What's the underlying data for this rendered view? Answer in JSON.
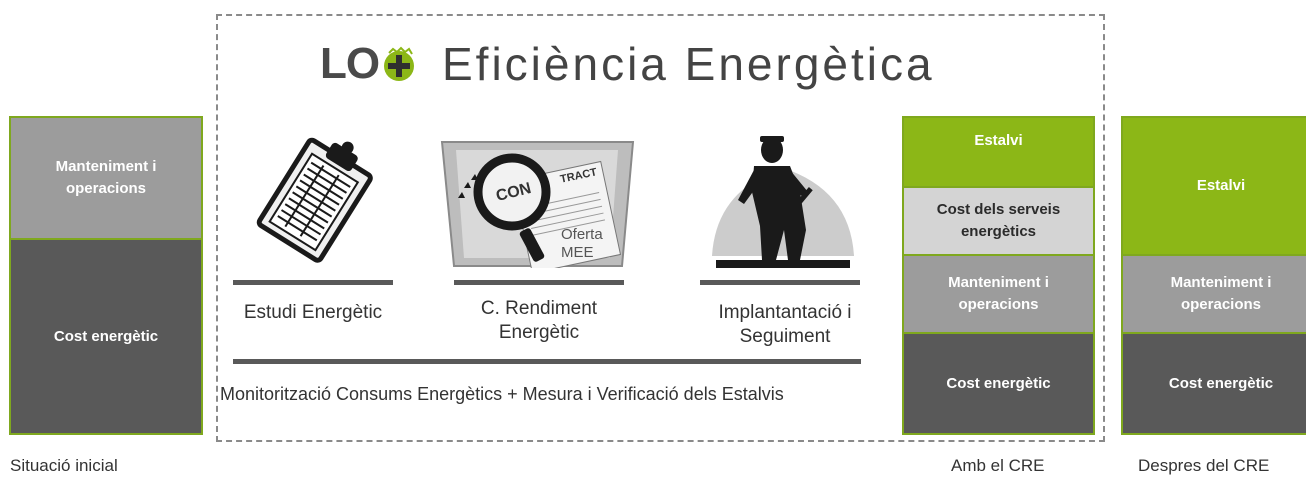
{
  "header": {
    "logo_text": "LO",
    "logo_plus": "+",
    "title": "Eficiència Energètica"
  },
  "columns": {
    "inicial": {
      "caption": "Situació inicial",
      "blocks": [
        "Manteniment i operacions",
        "Cost energètic"
      ]
    },
    "amb_cre": {
      "caption": "Amb el CRE",
      "blocks": [
        "Estalvi",
        "Cost dels serveis energètics",
        "Manteniment i operacions",
        "Cost energètic"
      ]
    },
    "despres": {
      "caption": "Despres del CRE",
      "blocks": [
        "Estalvi",
        "Manteniment i operacions",
        "Cost energètic"
      ]
    }
  },
  "steps": [
    {
      "label": "Estudi Energètic",
      "icon": "clipboard-icon"
    },
    {
      "label": "C. Rendiment Energètic",
      "icon": "contract-magnifier-icon"
    },
    {
      "label": "Implantantació i Seguiment",
      "icon": "worker-icon"
    }
  ],
  "contract_image": {
    "word_con": "CON",
    "word_tract": "TRACT",
    "offer_line1": "Oferta",
    "offer_line2": "MEE"
  },
  "monitoring_label": "Monitorització Consums Energètics + Mesura i Verificació dels Estalvis",
  "colors": {
    "green": "#8cb717",
    "dark_gray": "#595959",
    "mid_gray": "#9c9c9c",
    "light_gray": "#d4d4d4"
  }
}
